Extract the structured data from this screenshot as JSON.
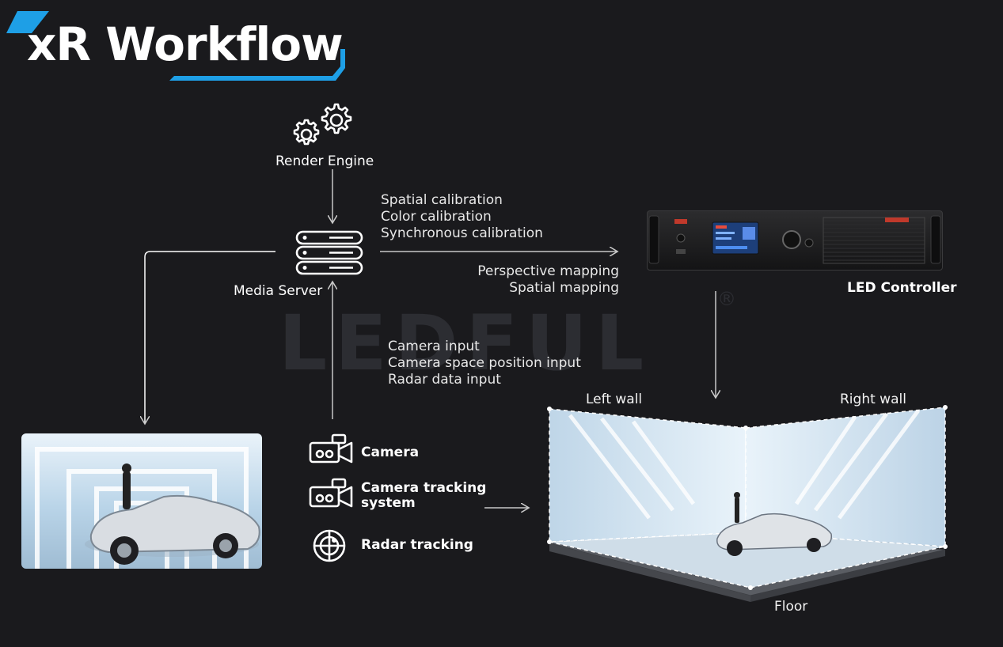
{
  "title": "xR Workflow",
  "watermark": "LEDFUL",
  "watermark_mark": "®",
  "nodes": {
    "render_engine": "Render Engine",
    "media_server": "Media Server",
    "led_controller": "LED Controller"
  },
  "calibration_lines": [
    "Spatial calibration",
    "Color calibration",
    "Synchronous calibration"
  ],
  "mapping_lines": [
    "Perspective mapping",
    "Spatial mapping"
  ],
  "input_lines": [
    "Camera input",
    "Camera space position input",
    "Radar data input"
  ],
  "sources": {
    "camera": "Camera",
    "tracking_line1": "Camera tracking",
    "tracking_line2": "system",
    "radar": "Radar tracking"
  },
  "stage": {
    "left_wall": "Left wall",
    "right_wall": "Right wall",
    "floor": "Floor"
  },
  "colors": {
    "background": "#1a1a1d",
    "accent": "#1e9fe6",
    "line": "#c8c8c8"
  }
}
